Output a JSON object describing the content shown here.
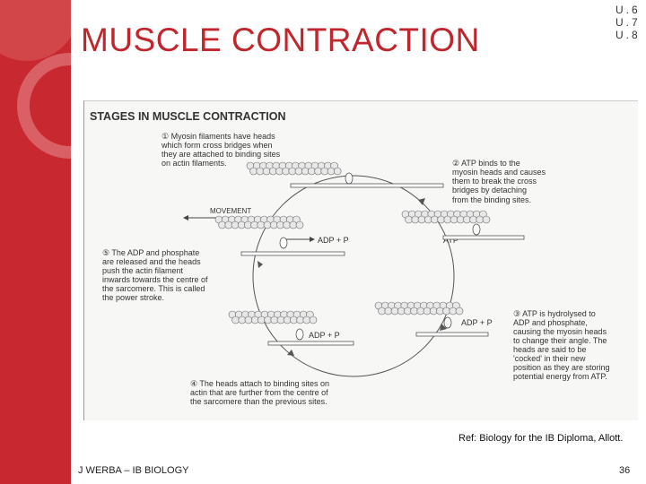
{
  "slide": {
    "title": "MUSCLE CONTRACTION",
    "unit_codes": [
      "U.6",
      "U.7",
      "U.8"
    ],
    "reference": "Ref: Biology for the IB Diploma, Allott.",
    "footer_left": "J WERBA – IB BIOLOGY",
    "page_number": "36"
  },
  "diagram": {
    "heading": "STAGES IN MUSCLE CONTRACTION",
    "stage1": [
      "① Myosin filaments have heads",
      "which form cross bridges when",
      "they are attached to binding sites",
      "on actin filaments."
    ],
    "stage2": [
      "② ATP binds to the",
      "myosin heads and causes",
      "them to break the cross",
      "bridges by detaching",
      "from the binding sites."
    ],
    "stage3": [
      "③ ATP is hydrolysed to",
      "ADP and phosphate,",
      "causing the myosin heads",
      "to change their angle. The",
      "heads are said to be",
      "'cocked' in their new",
      "position as they are storing",
      "potential energy from ATP."
    ],
    "stage4": [
      "④ The heads attach to binding sites on",
      "actin that are further from the centre of",
      "the sarcomere than the previous sites."
    ],
    "stage5": [
      "⑤ The ADP and phosphate",
      "are released and the heads",
      "push the actin filament",
      "inwards towards the centre of",
      "the sarcomere. This is called",
      "the power stroke."
    ],
    "movement_label": "MOVEMENT",
    "adp_p_left": "ADP + P",
    "atp_right": "ATP",
    "adp_p_lower_right": "ADP + P",
    "adp_p_lower_left": "ADP + P"
  },
  "colors": {
    "sidebar": "#c8282f",
    "title": "#c0262c"
  }
}
